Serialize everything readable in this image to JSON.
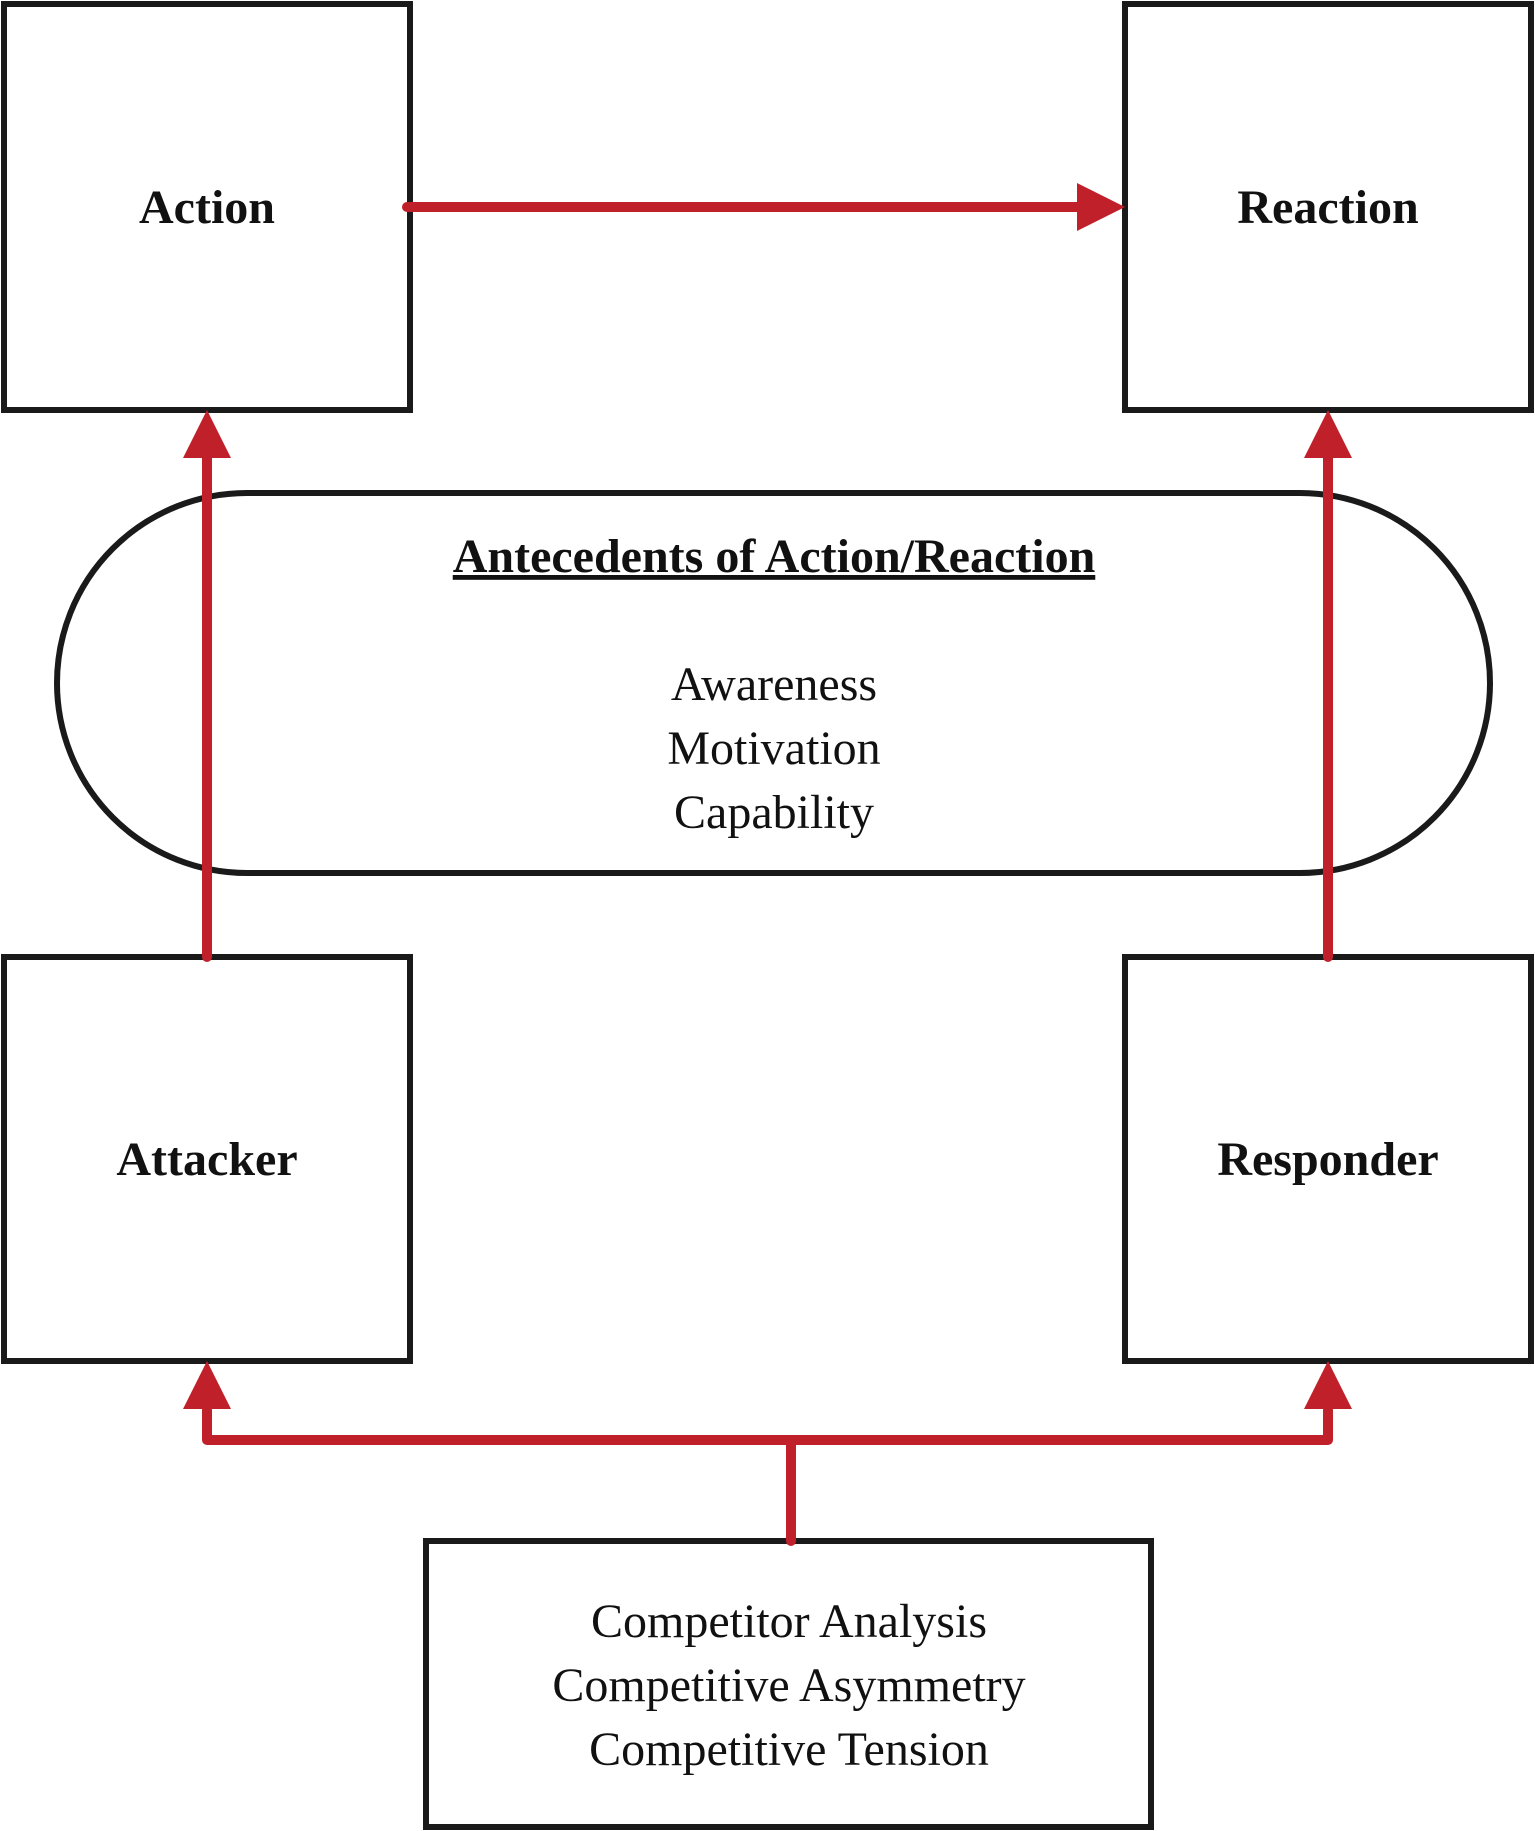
{
  "nodes": {
    "action": "Action",
    "reaction": "Reaction",
    "attacker": "Attacker",
    "responder": "Responder"
  },
  "antecedents": {
    "title": "Antecedents of Action/Reaction",
    "items": [
      "Awareness",
      "Motivation",
      "Capability"
    ]
  },
  "drivers": {
    "items": [
      "Competitor Analysis",
      "Competitive Asymmetry",
      "Competitive Tension"
    ]
  },
  "colors": {
    "arrow": "#c0202a",
    "border": "#1a1a1a"
  }
}
